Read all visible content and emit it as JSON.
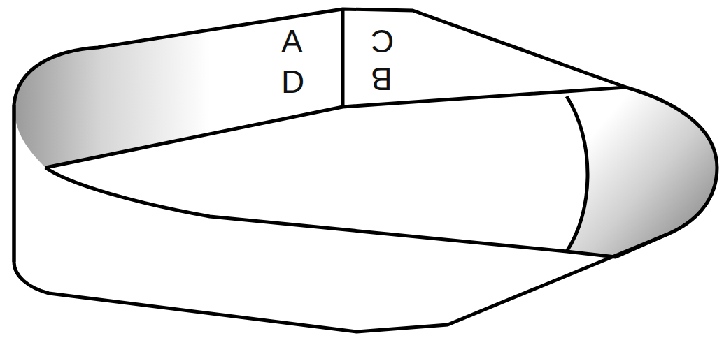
{
  "diagram": {
    "labels": [
      "A",
      "C",
      "D",
      "B"
    ]
  }
}
